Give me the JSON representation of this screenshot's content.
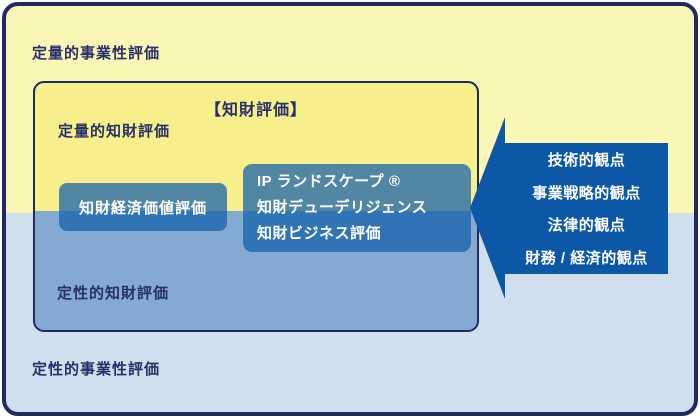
{
  "colors": {
    "frame_border": "#202a60",
    "outer_yellow": "#faf7b6",
    "outer_blue": "#cfdfee",
    "inner_yellow": "#f7ee8c",
    "inner_blue": "#84a9d3",
    "method_box_blue": "rgba(17,96,170,0.72)",
    "arrow_blue": "#0d57a7",
    "navy_text": "#293069",
    "white_text": "#ffffff"
  },
  "outer": {
    "top_label": "定量的事業性評価",
    "bottom_label": "定性的事業性評価"
  },
  "inner": {
    "title": "【知財評価】",
    "top_label": "定量的知財評価",
    "bottom_label": "定性的知財評価"
  },
  "boxes": {
    "economic_value": {
      "label": "知財経済価値評価"
    },
    "methods": {
      "lines": [
        "IP ランドスケープ ®",
        "知財デューデリジェンス",
        "知財ビジネス評価"
      ]
    }
  },
  "arrow": {
    "items": [
      "技術的観点",
      "事業戦略的観点",
      "法律的観点",
      "財務 / 経済的観点"
    ]
  }
}
